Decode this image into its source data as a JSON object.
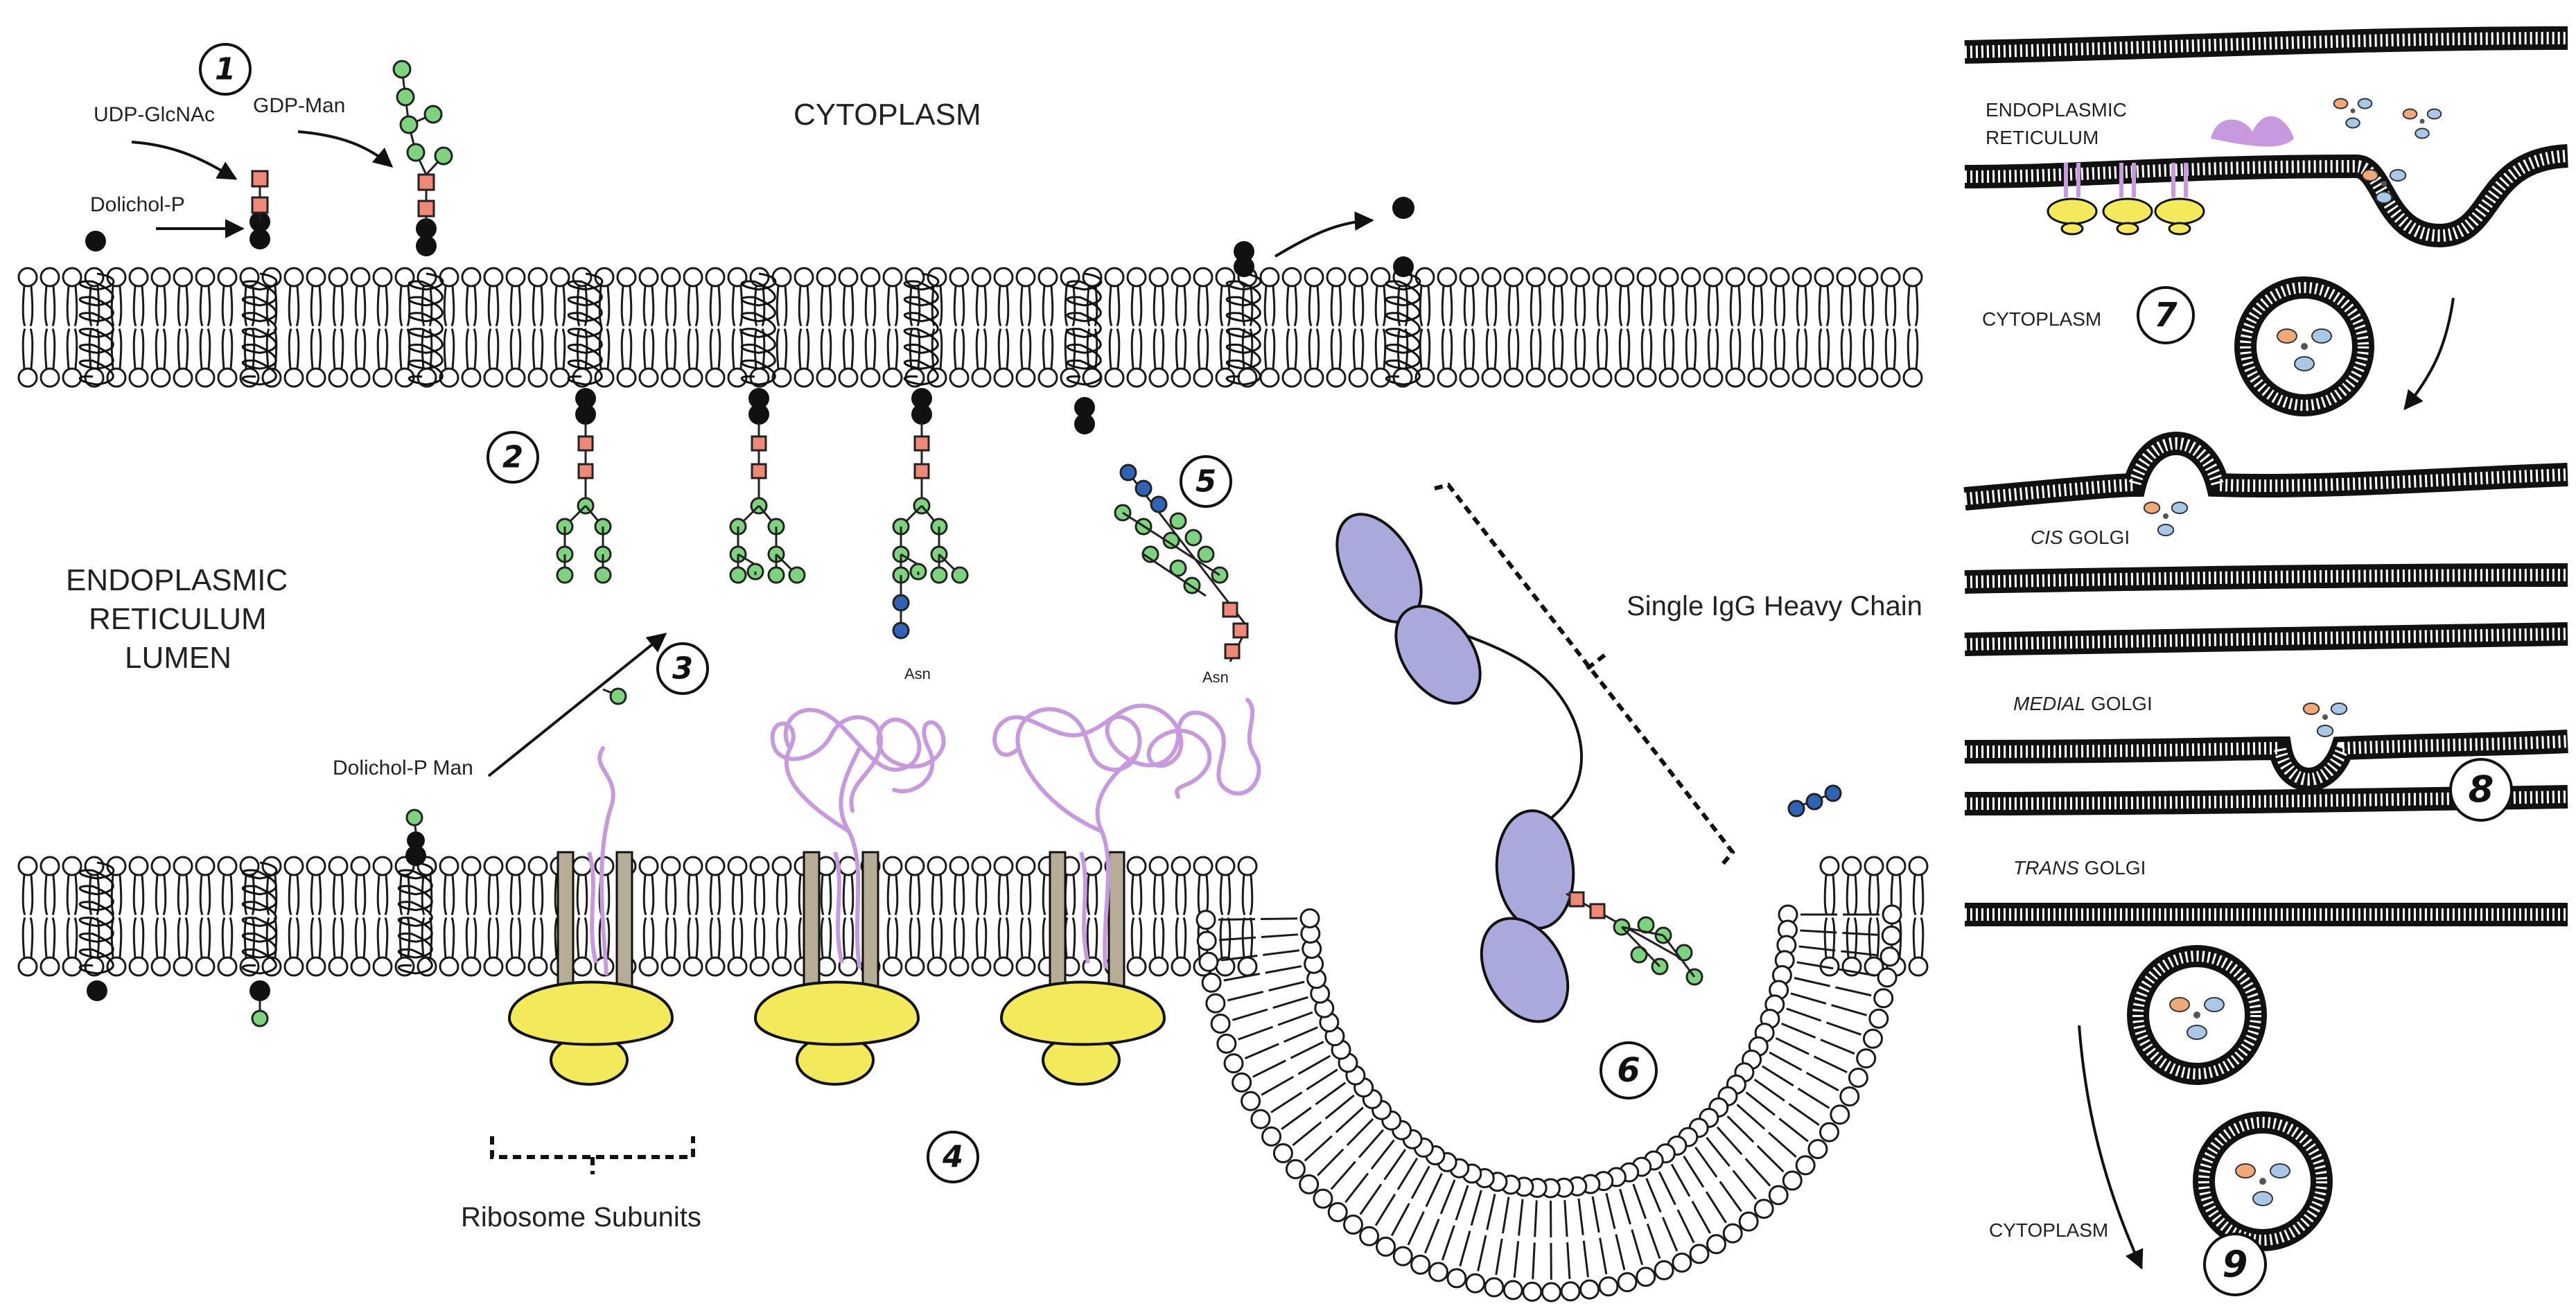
{
  "labels": {
    "udp_glcnac": "UDP-GlcNAc",
    "gdp_man": "GDP-Man",
    "dolichol_p": "Dolichol-P",
    "cytoplasm_top": "CYTOPLASM",
    "er_lumen_line1": "ENDOPLASMIC",
    "er_lumen_line2": "RETICULUM",
    "er_lumen_line3": "LUMEN",
    "dolichol_p_man": "Dolichol-P Man",
    "asn_1": "Asn",
    "asn_2": "Asn",
    "single_igg": "Single IgG Heavy Chain",
    "ribosome_subunits": "Ribosome Subunits",
    "er_right_line1": "ENDOPLASMIC",
    "er_right_line2": "RETICULUM",
    "cytoplasm_right_1": "CYTOPLASM",
    "cis_golgi_prefix": "CIS",
    "cis_golgi_suffix": " GOLGI",
    "medial_golgi_prefix": "MEDIAL",
    "medial_golgi_suffix": " GOLGI",
    "trans_golgi_prefix": "TRANS",
    "trans_golgi_suffix": " GOLGI",
    "cytoplasm_right_2": "CYTOPLASM"
  },
  "steps": [
    "1",
    "2",
    "3",
    "4",
    "5",
    "6",
    "7",
    "8",
    "9"
  ],
  "colors": {
    "membrane": "#1a1a1a",
    "glcnac": "#f08878",
    "mannose": "#7ed37e",
    "glucose": "#2f63b5",
    "dolichol": "#111111",
    "ribosome": "#f2ea5a",
    "peptide": "#c79ae0",
    "translocon": "#b7ad96",
    "igg_domain": "#a9a9dc",
    "antibody_orange": "#f0a878",
    "antibody_blue": "#a9c8e8"
  }
}
